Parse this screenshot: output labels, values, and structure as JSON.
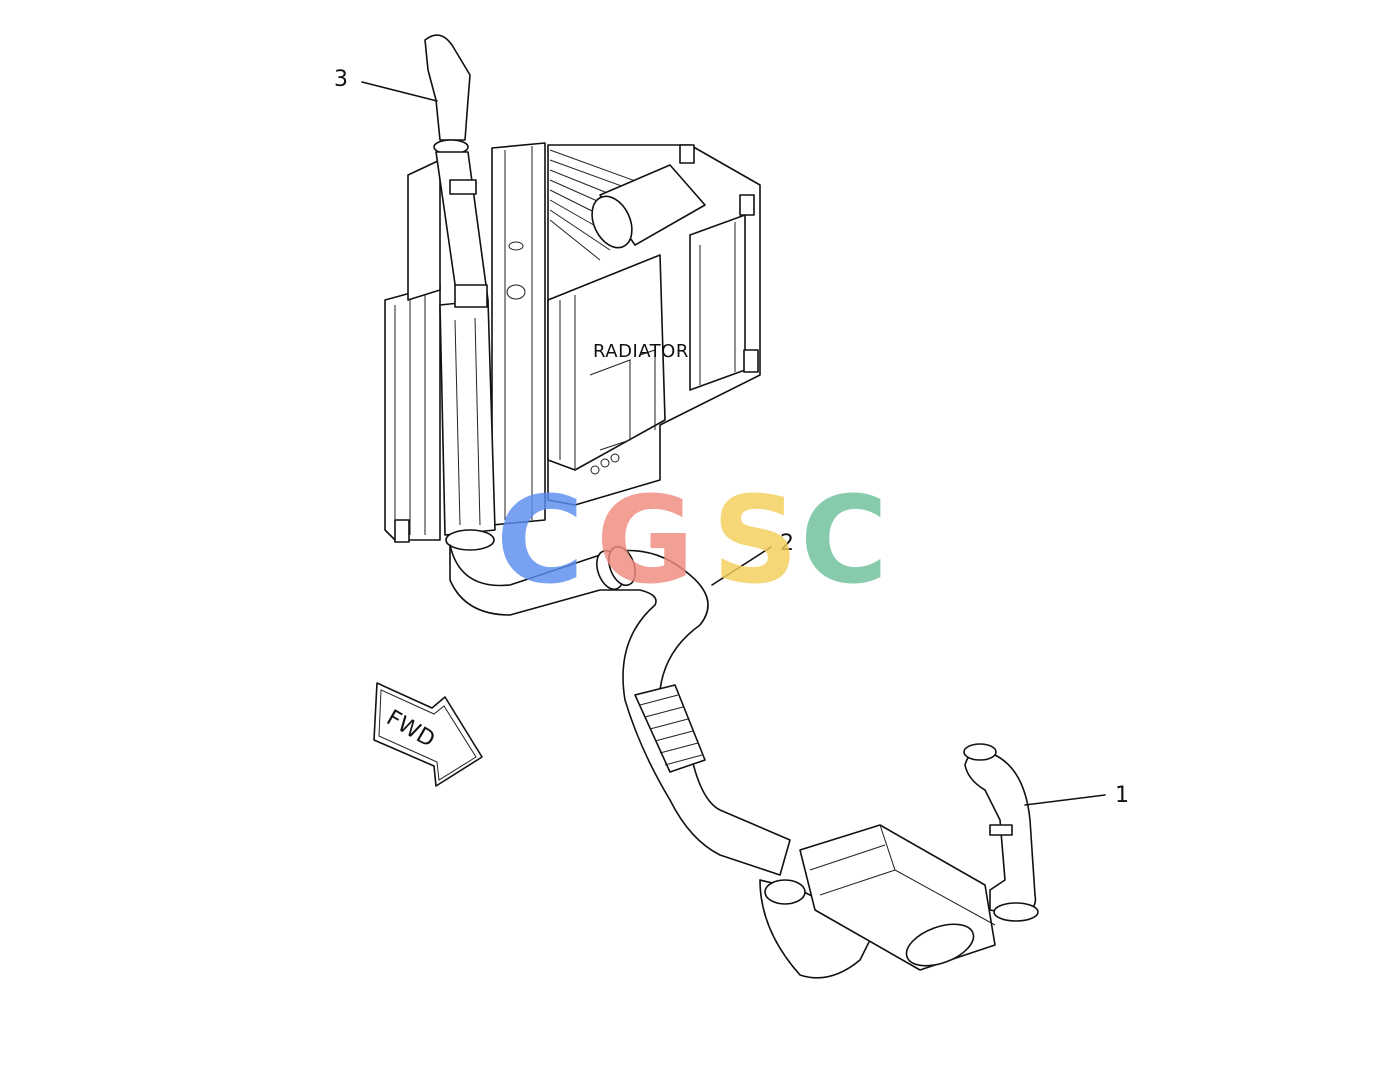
{
  "callouts": {
    "one": "1",
    "two": "2",
    "three": "3"
  },
  "labels": {
    "radiator": "RADIATOR",
    "fwd": "FWD"
  },
  "watermark": {
    "letters": [
      "C",
      "G",
      "S",
      "C"
    ],
    "colors": [
      "#5b8def",
      "#f08a7e",
      "#f5cf5a",
      "#6dbf9a"
    ]
  }
}
